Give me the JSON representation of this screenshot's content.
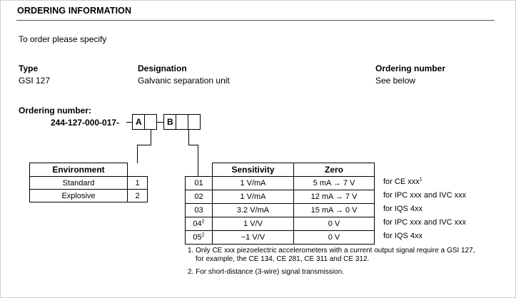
{
  "header": {
    "title": "ORDERING INFORMATION"
  },
  "intro": "To order please specify",
  "info": {
    "type_label": "Type",
    "type_value": "GSI 127",
    "designation_label": "Designation",
    "designation_value": "Galvanic separation unit",
    "ordering_label": "Ordering number",
    "ordering_value": "See below"
  },
  "ordering_number": {
    "label": "Ordering number:",
    "code": "244-127-000-017-",
    "box_a": "A",
    "box_b": "B"
  },
  "environment_table": {
    "header": "Environment",
    "rows": [
      {
        "name": "Standard",
        "code": "1"
      },
      {
        "name": "Explosive",
        "code": "2"
      }
    ]
  },
  "sensitivity_table": {
    "headers": {
      "sensitivity": "Sensitivity",
      "zero": "Zero"
    },
    "rows": [
      {
        "code": "01",
        "code_sup": "",
        "sensitivity": "1 V/mA",
        "zero": "5 mA → 7 V",
        "note": "for CE xxx",
        "note_sup": "1"
      },
      {
        "code": "02",
        "code_sup": "",
        "sensitivity": "1 V/mA",
        "zero": "12 mA → 7 V",
        "note": "for IPC xxx and IVC xxx",
        "note_sup": ""
      },
      {
        "code": "03",
        "code_sup": "",
        "sensitivity": "3.2 V/mA",
        "zero": "15 mA → 0 V",
        "note": "for IQS 4xx",
        "note_sup": ""
      },
      {
        "code": "04",
        "code_sup": "2",
        "sensitivity": "1 V/V",
        "zero": "0 V",
        "note": "for IPC xxx and IVC xxx",
        "note_sup": ""
      },
      {
        "code": "05",
        "code_sup": "2",
        "sensitivity": "−1 V/V",
        "zero": "0 V",
        "note": "for IQS 4xx",
        "note_sup": ""
      }
    ]
  },
  "footnotes": {
    "note1_line1": "1. Only CE xxx piezoelectric accelerometers with a current output signal require a GSI 127,",
    "note1_line2": "for example, the CE 134, CE 281, CE 311 and CE 312.",
    "note2": "2. For short-distance (3-wire) signal transmission."
  }
}
